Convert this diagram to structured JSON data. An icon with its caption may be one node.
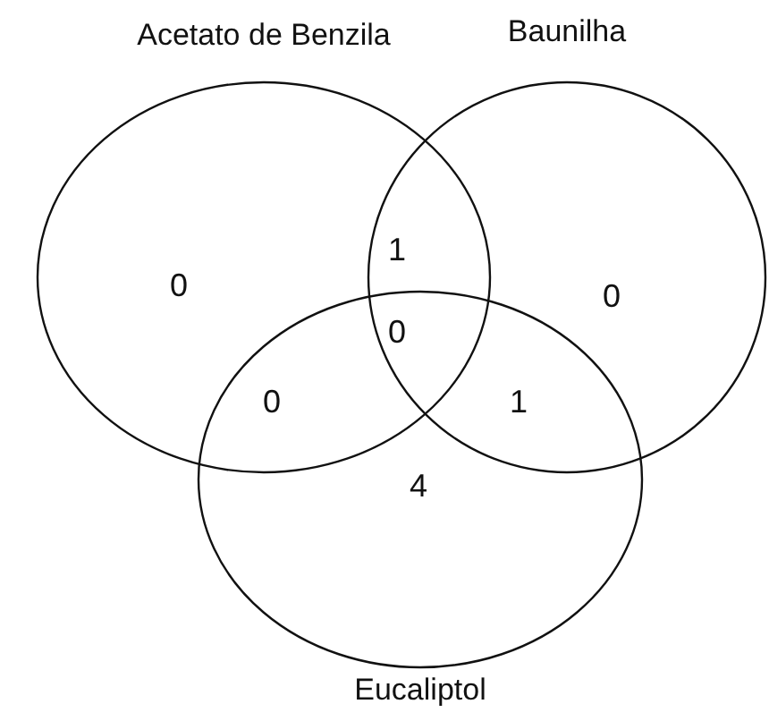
{
  "diagram": {
    "nodes": [
      {
        "text": [
          "Acetato de Benzila"
        ]
      },
      {
        "text": [
          "Baunilha"
        ]
      },
      {
        "text": [
          "Eucaliptol"
        ]
      }
    ],
    "labels": [
      "1",
      "0",
      "0",
      "0",
      "0",
      "1",
      "4"
    ]
  }
}
